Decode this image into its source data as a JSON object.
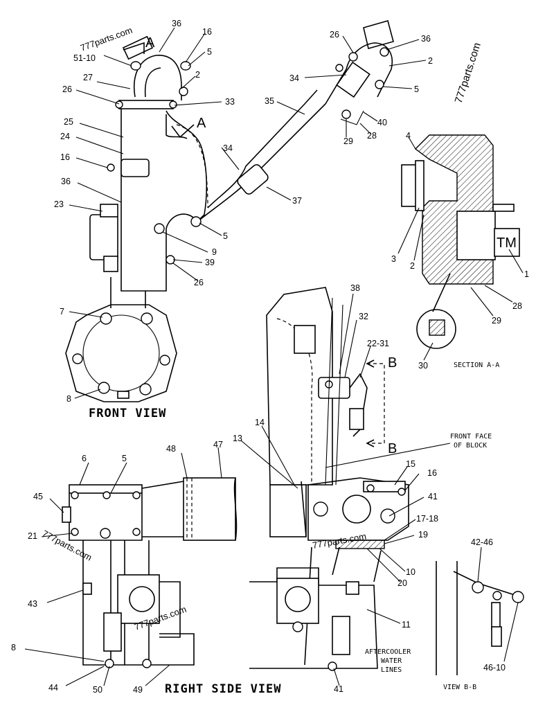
{
  "views": {
    "front": "FRONT VIEW",
    "right_side": "RIGHT SIDE VIEW",
    "section": "SECTION A-A",
    "view_b": "VIEW B-B"
  },
  "annotations": {
    "front_face_line1": "FRONT FACE",
    "front_face_line2": "OF BLOCK",
    "aftercooler_line1": "AFTERCOOLER",
    "aftercooler_line2": "WATER",
    "aftercooler_line3": "LINES",
    "section_mark": "A",
    "b_mark": "B",
    "stamp": "TM"
  },
  "watermarks": [
    "777parts.com",
    "777parts.com",
    "777parts.com",
    "777parts.com",
    "777parts.com"
  ],
  "callouts": [
    "51-10",
    "36",
    "16",
    "5",
    "27",
    "2",
    "26",
    "33",
    "25",
    "24",
    "16",
    "36",
    "23",
    "9",
    "39",
    "26",
    "5",
    "34",
    "35",
    "37",
    "26",
    "36",
    "2",
    "34",
    "5",
    "40",
    "29",
    "28",
    "4",
    "3",
    "2",
    "1",
    "28",
    "29",
    "30",
    "7",
    "8",
    "38",
    "32",
    "22-31",
    "14",
    "13",
    "15",
    "16",
    "41",
    "17-18",
    "19",
    "10",
    "20",
    "11",
    "41",
    "6",
    "5",
    "48",
    "47",
    "45",
    "21",
    "43",
    "8",
    "44",
    "50",
    "49",
    "42-46",
    "46-10"
  ],
  "colors": {
    "ink": "#000000",
    "paper": "#ffffff"
  }
}
